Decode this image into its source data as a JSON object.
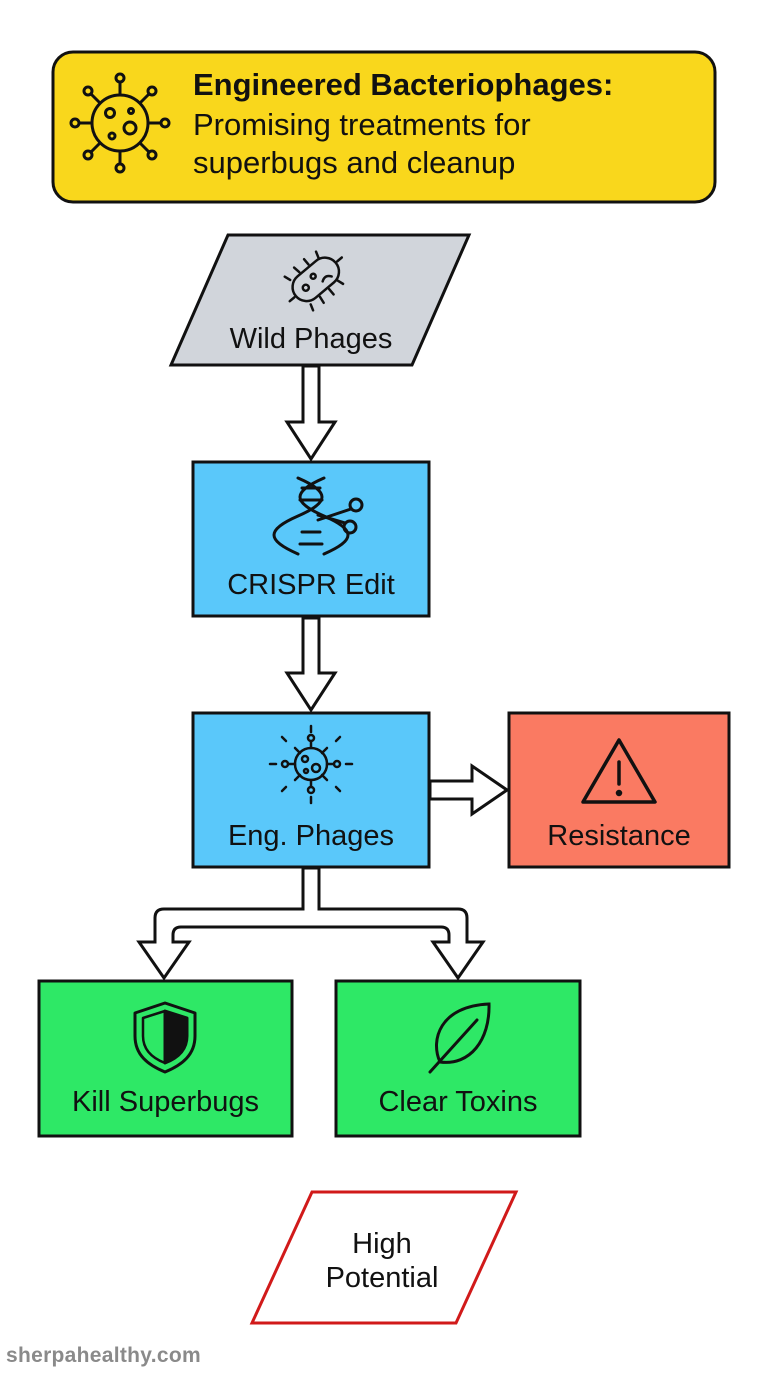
{
  "header": {
    "title": "Engineered Bacteriophages:",
    "subtitle": "Promising treatments for\nsuperbugs and cleanup",
    "icon": "virus-icon",
    "color": "#f9d71c"
  },
  "nodes": {
    "wild_phages": {
      "label": "Wild Phages",
      "icon": "bacterium-icon",
      "color": "#d1d5db"
    },
    "crispr_edit": {
      "label": "CRISPR Edit",
      "icon": "dna-scissors-icon",
      "color": "#5ac8fa"
    },
    "eng_phages": {
      "label": "Eng. Phages",
      "icon": "phage-icon",
      "color": "#5ac8fa"
    },
    "resistance": {
      "label": "Resistance",
      "icon": "warning-icon",
      "color": "#fa7a62"
    },
    "kill_superbugs": {
      "label": "Kill Superbugs",
      "icon": "shield-icon",
      "color": "#2ee866"
    },
    "clear_toxins": {
      "label": "Clear Toxins",
      "icon": "leaf-icon",
      "color": "#2ee866"
    },
    "high_potential": {
      "label": "High\nPotential",
      "color": "#d11a1a"
    }
  },
  "watermark": "sherpahealthy.com"
}
